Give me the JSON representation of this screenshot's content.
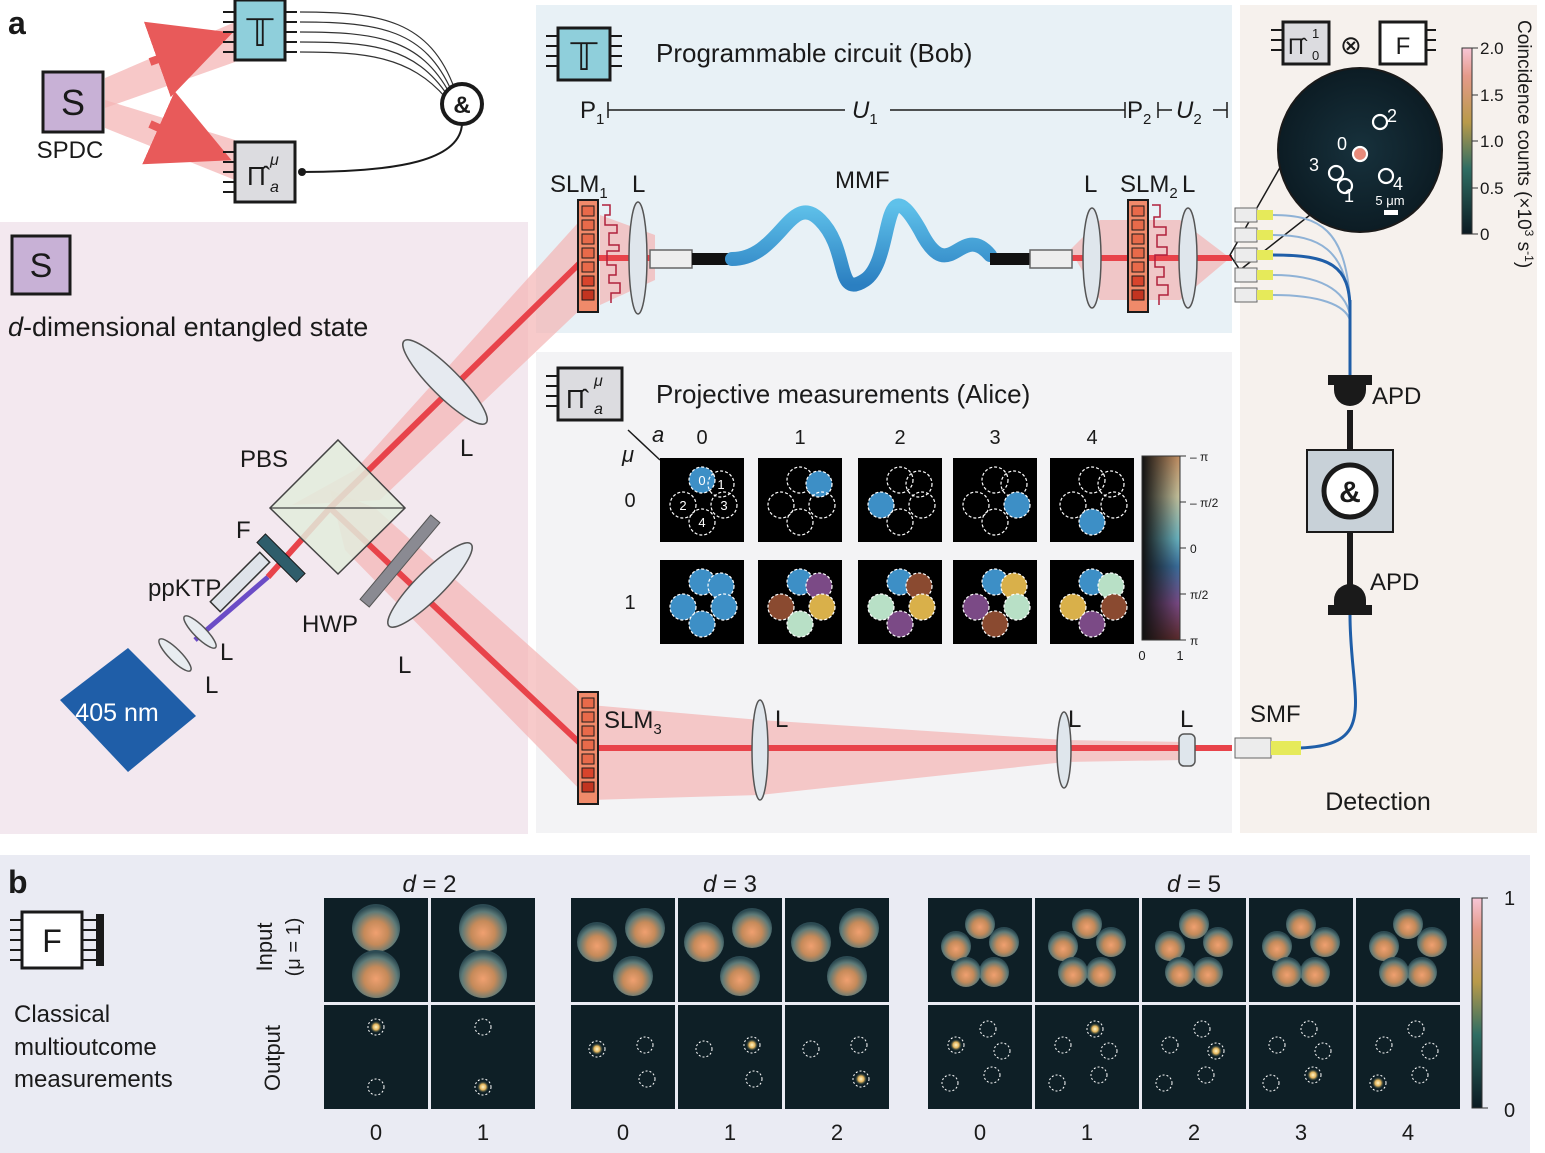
{
  "panel_a": {
    "letter": "a",
    "schematic": {
      "spdc_box": "S",
      "spdc_label": "SPDC",
      "t_box": "𝕋",
      "pi_box": "Π̂",
      "pi_sup": "μ",
      "pi_sub": "a",
      "and_gate": "&"
    },
    "source": {
      "box": "S",
      "title_d": "d",
      "title_rest": "-dimensional entangled state",
      "laser": "405 nm",
      "ppktp": "ppKTP",
      "filter": "F",
      "pbs": "PBS",
      "hwp": "HWP",
      "lens": "L"
    },
    "bob": {
      "icon": "𝕋",
      "title": "Programmable circuit (Bob)",
      "p1": "P",
      "p1_sub": "1",
      "u1": "U",
      "u1_sub": "1",
      "p2": "P",
      "p2_sub": "2",
      "u2": "U",
      "u2_sub": "2",
      "slm1": "SLM",
      "slm1_sub": "1",
      "slm2": "SLM",
      "slm2_sub": "2",
      "mmf": "MMF",
      "lens": "L"
    },
    "alice": {
      "title": "Projective measurements (Alice)",
      "a_label": "a",
      "mu_label": "μ",
      "col_labels": [
        "0",
        "1",
        "2",
        "3",
        "4"
      ],
      "row_labels": [
        "0",
        "1"
      ],
      "spot_numbers": [
        "0",
        "1",
        "2",
        "3",
        "4"
      ],
      "colorbar_ticks": [
        "– π",
        "– π/2",
        "0",
        "π/2",
        "π"
      ],
      "colorbar_x": [
        "0",
        "1"
      ],
      "slm3": "SLM",
      "slm3_sub": "3",
      "lens": "L"
    },
    "detection": {
      "title": "Detection",
      "apd_top": "APD",
      "apd_bottom": "APD",
      "and_gate": "&",
      "smf": "SMF",
      "icon_pi": "Π̂",
      "icon_pi_sup": "1",
      "icon_pi_sub": "0",
      "tensor": "⊗",
      "icon_f": "F",
      "camera_spots": [
        "0",
        "1",
        "2",
        "3",
        "4"
      ],
      "scale": "5 μm",
      "colorbar_label": "Coincidence counts (×10",
      "colorbar_label_sup": "3",
      "colorbar_label_unit": " s",
      "colorbar_label_unit_sup": "-1",
      "colorbar_label_end": ")",
      "colorbar_ticks": [
        "2.0",
        "1.5",
        "1.0",
        "0.5",
        "0"
      ]
    }
  },
  "panel_b": {
    "letter": "b",
    "icon": "F",
    "caption": [
      "Classical",
      "multioutcome",
      "measurements"
    ],
    "row_input": "Input",
    "row_input_sub": "(μ = 1)",
    "row_output": "Output",
    "groups": [
      {
        "title_var": "d",
        "title_val": " = 2",
        "indices": [
          "0",
          "1"
        ]
      },
      {
        "title_var": "d",
        "title_val": " = 3",
        "indices": [
          "0",
          "1",
          "2"
        ]
      },
      {
        "title_var": "d",
        "title_val": " = 5",
        "indices": [
          "0",
          "1",
          "2",
          "3",
          "4"
        ]
      }
    ],
    "colorbar_ticks": [
      "1",
      "0"
    ]
  },
  "colors": {
    "beam": "#e8434a",
    "beam_halo": "#f3b3b4",
    "bob_bg": "#e8f1f6",
    "alice_bg": "#f3f3f5",
    "source_bg": "#f3e8ef",
    "detection_bg": "#f6f1ed",
    "panel_b_bg": "#eaebf3",
    "t_box": "#8fcfdb",
    "s_box": "#c8b1d6",
    "laser": "#1f5ea8"
  }
}
